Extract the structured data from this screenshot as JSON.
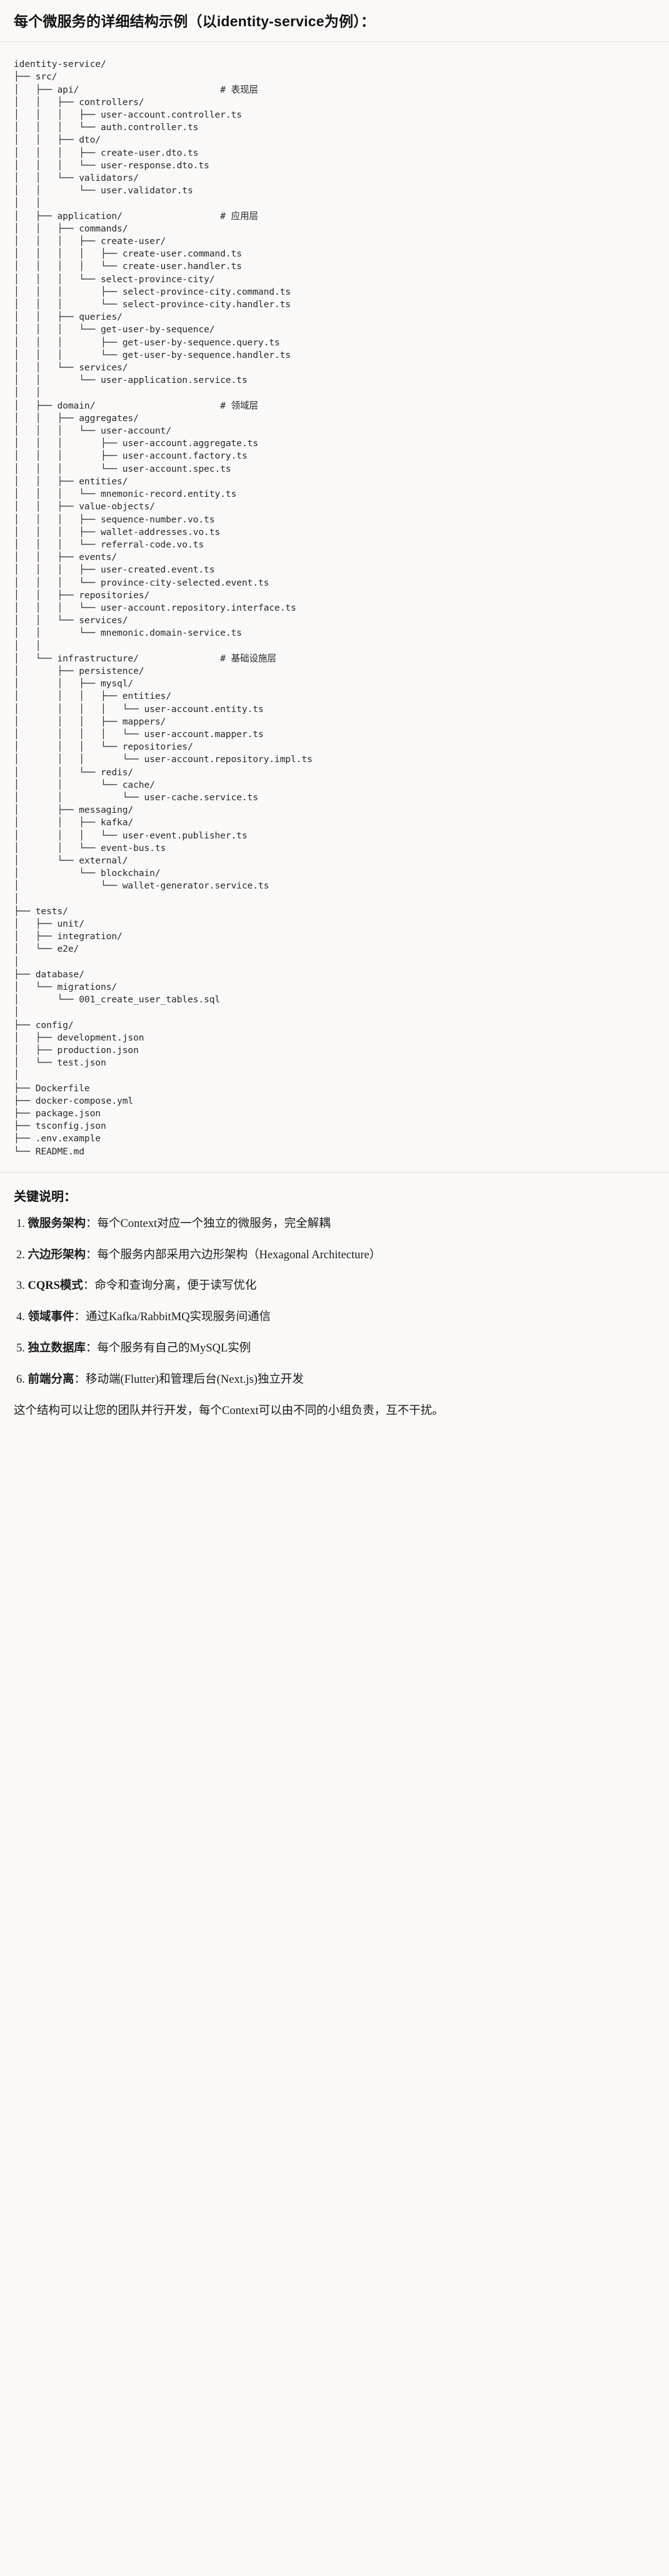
{
  "document": {
    "heading": "每个微服务的详细结构示例（以identity-service为例）：",
    "tree_text": "identity-service/\n├── src/\n│   ├── api/                          # 表现层\n│   │   ├── controllers/\n│   │   │   ├── user-account.controller.ts\n│   │   │   └── auth.controller.ts\n│   │   ├── dto/\n│   │   │   ├── create-user.dto.ts\n│   │   │   └── user-response.dto.ts\n│   │   └── validators/\n│   │       └── user.validator.ts\n│   │\n│   ├── application/                  # 应用层\n│   │   ├── commands/\n│   │   │   ├── create-user/\n│   │   │   │   ├── create-user.command.ts\n│   │   │   │   └── create-user.handler.ts\n│   │   │   └── select-province-city/\n│   │   │       ├── select-province-city.command.ts\n│   │   │       └── select-province-city.handler.ts\n│   │   ├── queries/\n│   │   │   └── get-user-by-sequence/\n│   │   │       ├── get-user-by-sequence.query.ts\n│   │   │       └── get-user-by-sequence.handler.ts\n│   │   └── services/\n│   │       └── user-application.service.ts\n│   │\n│   ├── domain/                       # 领域层\n│   │   ├── aggregates/\n│   │   │   └── user-account/\n│   │   │       ├── user-account.aggregate.ts\n│   │   │       ├── user-account.factory.ts\n│   │   │       └── user-account.spec.ts\n│   │   ├── entities/\n│   │   │   └── mnemonic-record.entity.ts\n│   │   ├── value-objects/\n│   │   │   ├── sequence-number.vo.ts\n│   │   │   ├── wallet-addresses.vo.ts\n│   │   │   └── referral-code.vo.ts\n│   │   ├── events/\n│   │   │   ├── user-created.event.ts\n│   │   │   └── province-city-selected.event.ts\n│   │   ├── repositories/\n│   │   │   └── user-account.repository.interface.ts\n│   │   └── services/\n│   │       └── mnemonic.domain-service.ts\n│   │\n│   └── infrastructure/               # 基础设施层\n│       ├── persistence/\n│       │   ├── mysql/\n│       │   │   ├── entities/\n│       │   │   │   └── user-account.entity.ts\n│       │   │   ├── mappers/\n│       │   │   │   └── user-account.mapper.ts\n│       │   │   └── repositories/\n│       │   │       └── user-account.repository.impl.ts\n│       │   └── redis/\n│       │       └── cache/\n│       │           └── user-cache.service.ts\n│       ├── messaging/\n│       │   ├── kafka/\n│       │   │   └── user-event.publisher.ts\n│       │   └── event-bus.ts\n│       └── external/\n│           └── blockchain/\n│               └── wallet-generator.service.ts\n│\n├── tests/\n│   ├── unit/\n│   ├── integration/\n│   └── e2e/\n│\n├── database/\n│   └── migrations/\n│       └── 001_create_user_tables.sql\n│\n├── config/\n│   ├── development.json\n│   ├── production.json\n│   └── test.json\n│\n├── Dockerfile\n├── docker-compose.yml\n├── package.json\n├── tsconfig.json\n├── .env.example\n└── README.md"
  },
  "tree_meta": {
    "root": "identity-service/",
    "layer_comments": [
      {
        "path": "src/api/",
        "comment": "# 表现层"
      },
      {
        "path": "src/application/",
        "comment": "# 应用层"
      },
      {
        "path": "src/domain/",
        "comment": "# 领域层"
      },
      {
        "path": "src/infrastructure/",
        "comment": "# 基础设施层"
      }
    ]
  },
  "notes": {
    "title": "关键说明：",
    "items": [
      {
        "term": "微服务架构",
        "sep": "：",
        "desc": "每个Context对应一个独立的微服务，完全解耦"
      },
      {
        "term": "六边形架构",
        "sep": "：",
        "desc": "每个服务内部采用六边形架构（Hexagonal Architecture）"
      },
      {
        "term": "CQRS模式",
        "sep": "：",
        "desc": "命令和查询分离，便于读写优化"
      },
      {
        "term": "领域事件",
        "sep": "：",
        "desc": "通过Kafka/RabbitMQ实现服务间通信"
      },
      {
        "term": "独立数据库",
        "sep": "：",
        "desc": "每个服务有自己的MySQL实例"
      },
      {
        "term": "前端分离",
        "sep": "：",
        "desc": "移动端(Flutter)和管理后台(Next.js)独立开发"
      }
    ],
    "outro": "这个结构可以让您的团队并行开发，每个Context可以由不同的小组负责，互不干扰。"
  },
  "colors": {
    "background": "#faf9f7",
    "text": "#1b1b1b",
    "code_text": "#24292e",
    "rule": "#e3e1dd"
  }
}
